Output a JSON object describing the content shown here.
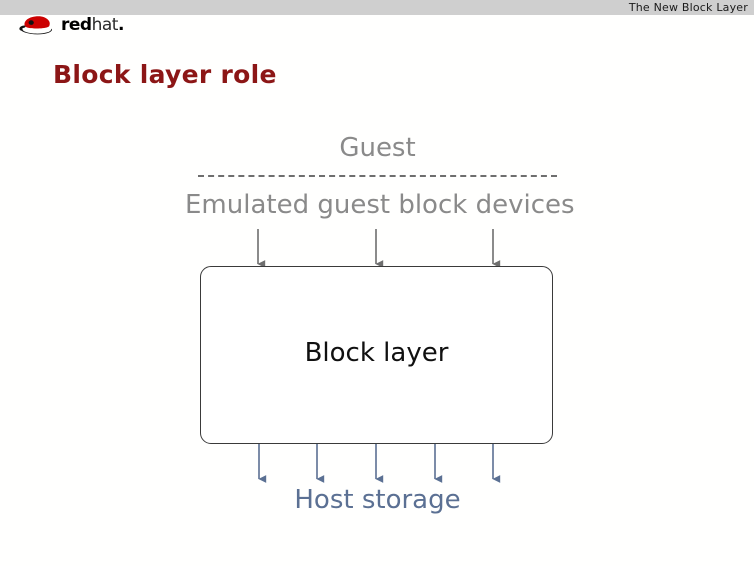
{
  "header": {
    "title": "The New Block Layer",
    "bar_color": "#cfcfcf"
  },
  "logo": {
    "mark_name": "redhat-shadowman-logo",
    "word_red": "red",
    "word_hat": "hat",
    "word_dot": ".",
    "mark_color": "#cc0000"
  },
  "slide": {
    "title": "Block layer role",
    "title_color": "#8c1616"
  },
  "diagram": {
    "guest_label": "Guest",
    "emulated_label": "Emulated guest block devices",
    "block_label": "Block layer",
    "host_label": "Host storage",
    "guest_color": "#8a8a8a",
    "emulated_color": "#8a8a8a",
    "block_color": "#101010",
    "host_color": "#5b7093",
    "arrow_top_color": "#6e6e6e",
    "arrow_bottom_color": "#5b7093",
    "box_border_color": "#3a3a3a",
    "dashed_line_color": "#6e6e6e",
    "arrows_in_count": 3,
    "arrows_out_count": 5
  }
}
